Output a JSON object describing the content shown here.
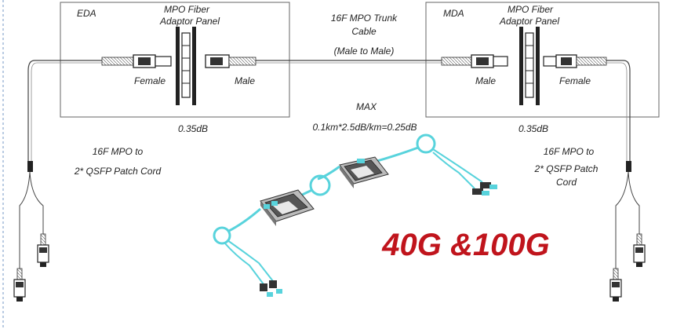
{
  "eda": {
    "title": "EDA",
    "panel_label_line1": "MPO Fiber",
    "panel_label_line2": "Adaptor Panel",
    "female_label": "Female",
    "male_label": "Male",
    "loss": "0.35dB"
  },
  "mda": {
    "title": "MDA",
    "panel_label_line1": "MPO Fiber",
    "panel_label_line2": "Adaptor Panel",
    "male_label": "Male",
    "female_label": "Female",
    "loss": "0.35dB"
  },
  "trunk": {
    "line1": "16F MPO Trunk",
    "line2": "Cable",
    "line3": "(Male to Male)",
    "max_label": "MAX",
    "calc": "0.1km*2.5dB/km=0.25dB"
  },
  "left_cord": {
    "line1": "16F MPO to",
    "line2": "2* QSFP Patch Cord"
  },
  "right_cord": {
    "line1": "16F MPO to",
    "line2": "2* QSFP Patch",
    "line3": "Cord"
  },
  "headline": "40G &100G",
  "colors": {
    "headline": "#c0141c",
    "fiber": "#58d3dc",
    "line": "#444444",
    "box": "#666666",
    "dashed_border": "#8aa8cf"
  }
}
